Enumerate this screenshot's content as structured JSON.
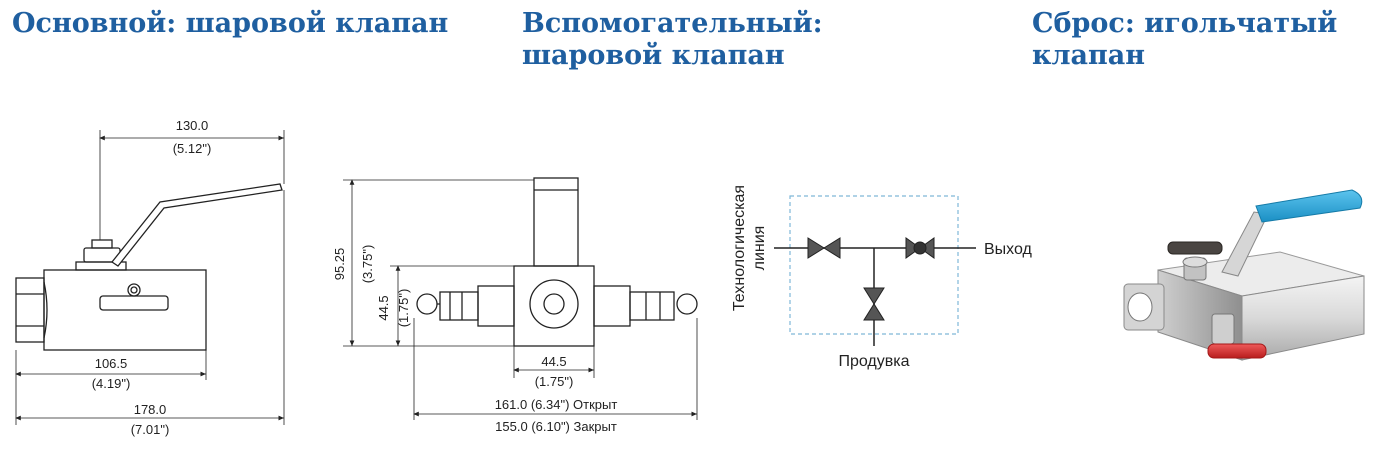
{
  "headings": {
    "main": "Основной: шаровой клапан",
    "auxiliary": "Вспомогательный: шаровой клапан",
    "drain": "Сброс: игольчатый клапан"
  },
  "side_view": {
    "dim_top": "130.0",
    "dim_top_in": "(5.12\")",
    "dim_body": "106.5",
    "dim_body_in": "(4.19\")",
    "dim_total": "178.0",
    "dim_total_in": "(7.01\")"
  },
  "front_view": {
    "dim_height": "95.25",
    "dim_height_in": "(3.75\")",
    "dim_center": "44.5",
    "dim_center_in": "(1.75\")",
    "dim_body_w": "44.5",
    "dim_body_w_in": "(1.75\")",
    "dim_open": "161.0 (6.34\") Открыт",
    "dim_closed": "155.0 (6.10\") Закрыт"
  },
  "schematic": {
    "process_line": "Технологическая линия",
    "process_line_1": "Технологическая",
    "process_line_2": "линия",
    "outlet": "Выход",
    "drain": "Продувка"
  },
  "colors": {
    "heading": "#1f5fa0",
    "handle_blue": "#2aa6d8",
    "handle_red": "#d62a2a",
    "dashed_box": "#7fb8d8"
  }
}
